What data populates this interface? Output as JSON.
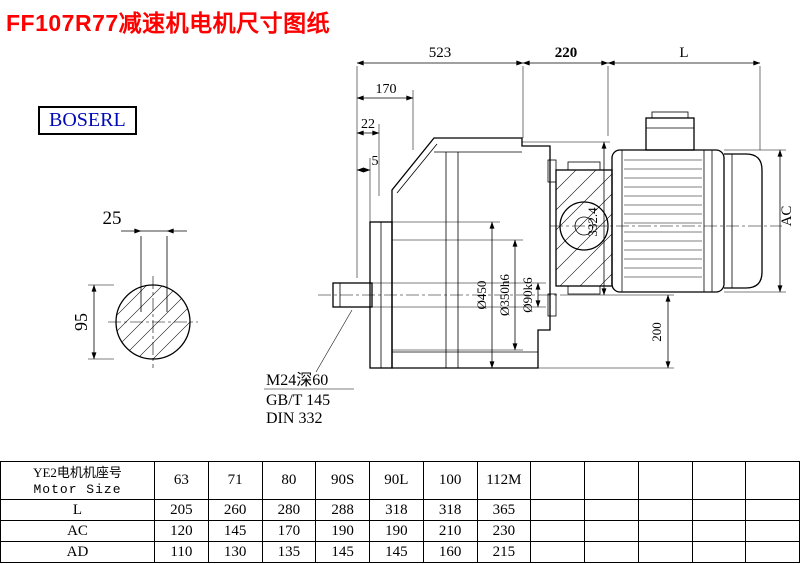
{
  "page": {
    "title": "FF107R77减速机电机尺寸图纸",
    "title_color": "#fe0000",
    "brand": "BOSERL",
    "brand_color": "#0009b8"
  },
  "drawing": {
    "dims": {
      "overall": "523",
      "adapter": "220",
      "motor_length": "L",
      "step170": "170",
      "step22": "22",
      "step5": "5",
      "flange_od": "Ø450",
      "spigot": "Ø350h6",
      "shaft": "Ø90k6",
      "height": "332.4",
      "base": "200",
      "motor_ac": "AC",
      "key_width": "25",
      "shaft_end": "95"
    },
    "notes": {
      "tap": "M24深60",
      "std1": "GB/T 145",
      "std2": "DIN 332"
    }
  },
  "table": {
    "header": {
      "line1": "YE2电机机座号",
      "line2": "Motor Size"
    },
    "columns": [
      "63",
      "71",
      "80",
      "90S",
      "90L",
      "100",
      "112M",
      "",
      "",
      "",
      "",
      ""
    ],
    "rows": [
      {
        "label": "L",
        "values": [
          "205",
          "260",
          "280",
          "288",
          "318",
          "318",
          "365",
          "",
          "",
          "",
          "",
          ""
        ]
      },
      {
        "label": "AC",
        "values": [
          "120",
          "145",
          "170",
          "190",
          "190",
          "210",
          "230",
          "",
          "",
          "",
          "",
          ""
        ]
      },
      {
        "label": "AD",
        "values": [
          "110",
          "130",
          "135",
          "145",
          "145",
          "160",
          "215",
          "",
          "",
          "",
          "",
          ""
        ]
      }
    ]
  }
}
